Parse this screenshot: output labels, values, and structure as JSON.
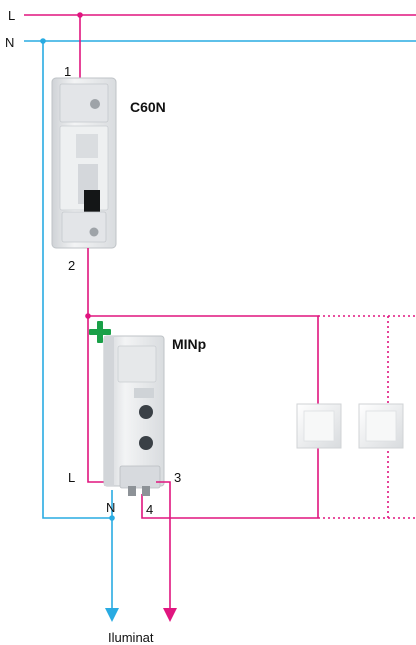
{
  "labels": {
    "line_L": "L",
    "line_N": "N",
    "breaker_terminal_top": "1",
    "breaker_terminal_bottom": "2",
    "breaker_name": "C60N",
    "timer_name": "MINp",
    "timer_terminal_L": "L",
    "timer_terminal_N": "N",
    "timer_terminal_3": "3",
    "timer_terminal_4": "4",
    "output_label": "Iluminat"
  },
  "colors": {
    "line": "#e0157f",
    "neutral": "#29abe2",
    "dotted": "#e0157f",
    "plus": "#1aa048",
    "device_body": "#e9ebed",
    "device_shadow": "#c9ccd0",
    "knob": "#3a4046",
    "switch_plate": "#f1f3f4"
  },
  "icons": {
    "add": "plus-icon",
    "down_arrow": "arrow-down-icon"
  }
}
